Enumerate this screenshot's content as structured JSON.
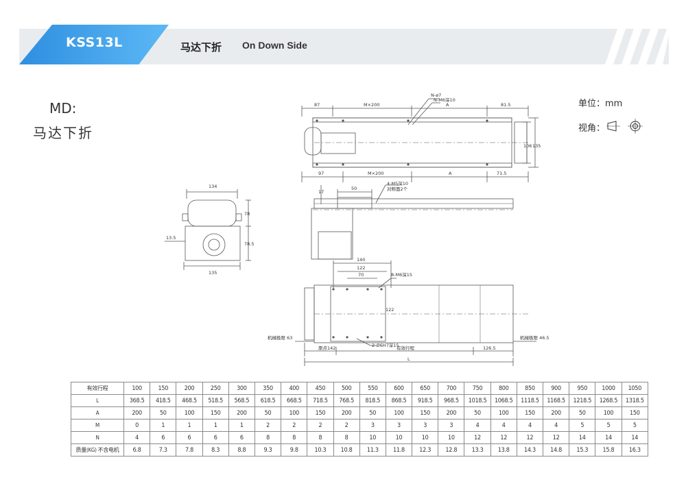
{
  "header": {
    "model": "KSS13L",
    "title_cn": "马达下折",
    "title_en": "On Down Side"
  },
  "side_label": {
    "line1": "MD:",
    "line2": "马达下折"
  },
  "legend": {
    "unit": "单位：mm",
    "view": "视角："
  },
  "drawing": {
    "top_view": {
      "dims_top": [
        "87",
        "M×200",
        "A",
        "81.5"
      ],
      "dims_bottom": [
        "97",
        "M×200",
        "A",
        "71.5"
      ],
      "hole_notes": [
        "N-ø7",
        "N-M6深10"
      ],
      "heights": [
        "106",
        "135"
      ]
    },
    "end_view": {
      "width_top": "134",
      "width_bottom": "135",
      "h1": "78",
      "h2": "78.5",
      "offset": "13.5"
    },
    "side_view": {
      "dims": [
        "17",
        "50"
      ],
      "note": "4-M5深10",
      "note2": "对称面2个"
    },
    "bottom_view": {
      "dims": [
        "140",
        "122",
        "70"
      ],
      "height": "122",
      "note": "8-M6深15",
      "pin_note": "2-Ø6H7深15",
      "left_limit": "机械极限 63",
      "right_limit": "机械极限 46.5",
      "origin": "原点142",
      "stroke": "有效行程",
      "end": "126.5",
      "length": "L"
    }
  },
  "table": {
    "rows": [
      {
        "label": "有效行程",
        "values": [
          "100",
          "150",
          "200",
          "250",
          "300",
          "350",
          "400",
          "450",
          "500",
          "550",
          "600",
          "650",
          "700",
          "750",
          "800",
          "850",
          "900",
          "950",
          "1000",
          "1050"
        ]
      },
      {
        "label": "L",
        "values": [
          "368.5",
          "418.5",
          "468.5",
          "518.5",
          "568.5",
          "618.5",
          "668.5",
          "718.5",
          "768.5",
          "818.5",
          "868.5",
          "918.5",
          "968.5",
          "1018.5",
          "1068.5",
          "1118.5",
          "1168.5",
          "1218.5",
          "1268.5",
          "1318.5"
        ]
      },
      {
        "label": "A",
        "values": [
          "200",
          "50",
          "100",
          "150",
          "200",
          "50",
          "100",
          "150",
          "200",
          "50",
          "100",
          "150",
          "200",
          "50",
          "100",
          "150",
          "200",
          "50",
          "100",
          "150"
        ]
      },
      {
        "label": "M",
        "values": [
          "0",
          "1",
          "1",
          "1",
          "1",
          "2",
          "2",
          "2",
          "2",
          "3",
          "3",
          "3",
          "3",
          "4",
          "4",
          "4",
          "4",
          "5",
          "5",
          "5"
        ]
      },
      {
        "label": "N",
        "values": [
          "4",
          "6",
          "6",
          "6",
          "6",
          "8",
          "8",
          "8",
          "8",
          "10",
          "10",
          "10",
          "10",
          "12",
          "12",
          "12",
          "12",
          "14",
          "14",
          "14"
        ]
      },
      {
        "label": "质量(KG) 不含电机",
        "values": [
          "6.8",
          "7.3",
          "7.8",
          "8.3",
          "8.8",
          "9.3",
          "9.8",
          "10.3",
          "10.8",
          "11.3",
          "11.8",
          "12.3",
          "12.8",
          "13.3",
          "13.8",
          "14.3",
          "14.8",
          "15.3",
          "15.8",
          "16.3"
        ]
      }
    ]
  }
}
